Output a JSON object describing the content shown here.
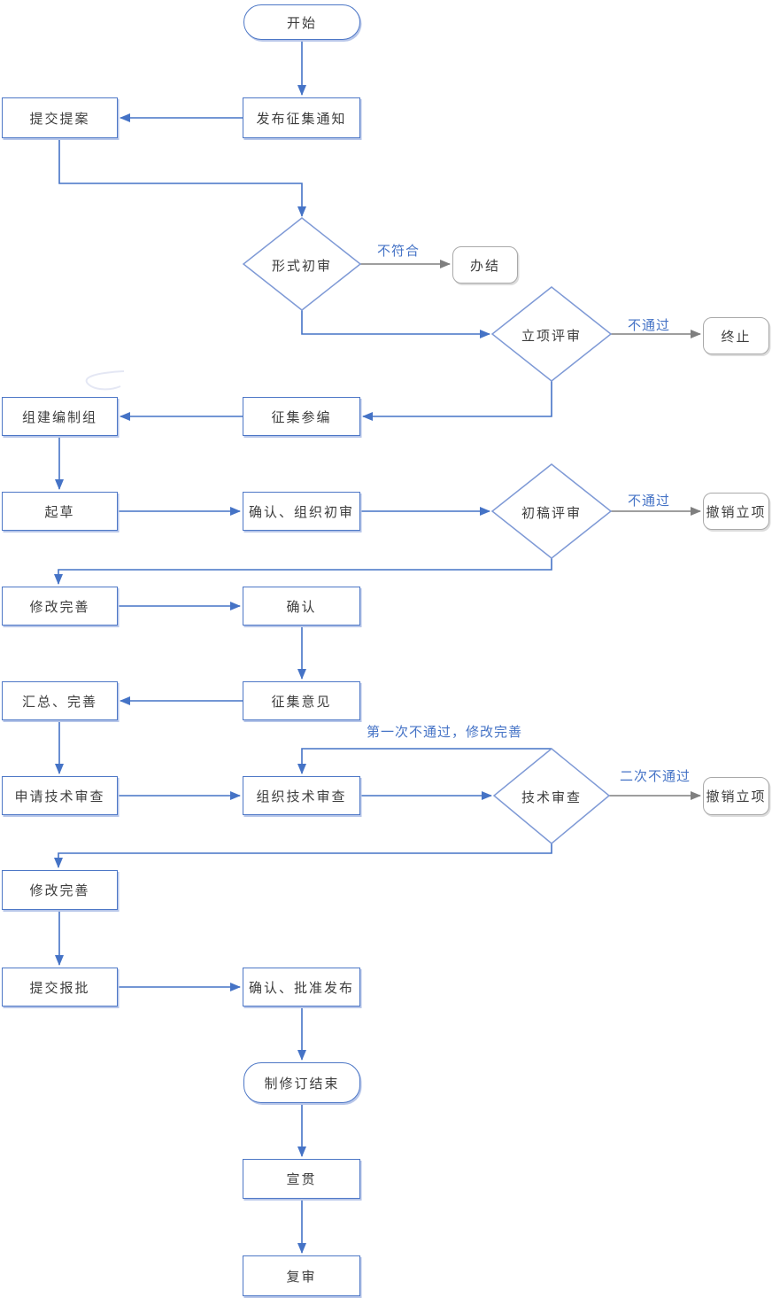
{
  "diagram": {
    "type": "flowchart",
    "colors": {
      "node_border": "#4D77C6",
      "connector_blue": "#4573C6",
      "connector_grey": "#7F7F7F",
      "grey_node_border": "#A9A9A9",
      "edge_label_text": "#4573C6",
      "node_text": "#3D3D3D"
    }
  },
  "nodes": {
    "start": {
      "label": "开始",
      "shape": "terminator"
    },
    "publish_notice": {
      "label": "发布征集通知",
      "shape": "process"
    },
    "submit_proposal": {
      "label": "提交提案",
      "shape": "process"
    },
    "formal_review": {
      "label": "形式初审",
      "shape": "decision"
    },
    "close_case": {
      "label": "办结",
      "shape": "terminator-grey"
    },
    "project_review": {
      "label": "立项评审",
      "shape": "decision"
    },
    "terminate": {
      "label": "终止",
      "shape": "terminator-grey"
    },
    "recruit_participants": {
      "label": "征集参编",
      "shape": "process"
    },
    "form_drafting_group": {
      "label": "组建编制组",
      "shape": "process"
    },
    "draft": {
      "label": "起草",
      "shape": "process"
    },
    "confirm_organize_initial_review": {
      "label": "确认、组织初审",
      "shape": "process"
    },
    "first_draft_review": {
      "label": "初稿评审",
      "shape": "decision"
    },
    "revoke_project_1": {
      "label": "撤销立项",
      "shape": "terminator-grey"
    },
    "revise_improve_1": {
      "label": "修改完善",
      "shape": "process"
    },
    "confirm": {
      "label": "确认",
      "shape": "process"
    },
    "solicit_opinions": {
      "label": "征集意见",
      "shape": "process"
    },
    "summarize_improve": {
      "label": "汇总、完善",
      "shape": "process"
    },
    "apply_technical_review": {
      "label": "申请技术审查",
      "shape": "process"
    },
    "organize_technical_review": {
      "label": "组织技术审查",
      "shape": "process"
    },
    "technical_review": {
      "label": "技术审查",
      "shape": "decision"
    },
    "revoke_project_2": {
      "label": "撤销立项",
      "shape": "terminator-grey"
    },
    "revise_improve_2": {
      "label": "修改完善",
      "shape": "process"
    },
    "submit_for_approval": {
      "label": "提交报批",
      "shape": "process"
    },
    "confirm_approve_publish": {
      "label": "确认、批准发布",
      "shape": "process"
    },
    "revision_end": {
      "label": "制修订结束",
      "shape": "terminator"
    },
    "promote": {
      "label": "宣贯",
      "shape": "process"
    },
    "re_examine": {
      "label": "复审",
      "shape": "process"
    }
  },
  "edge_labels": {
    "not_conform": "不符合",
    "not_pass_project": "不通过",
    "not_pass_first_draft": "不通过",
    "first_fail_revise": "第一次不通过，修改完善",
    "second_fail": "二次不通过"
  }
}
